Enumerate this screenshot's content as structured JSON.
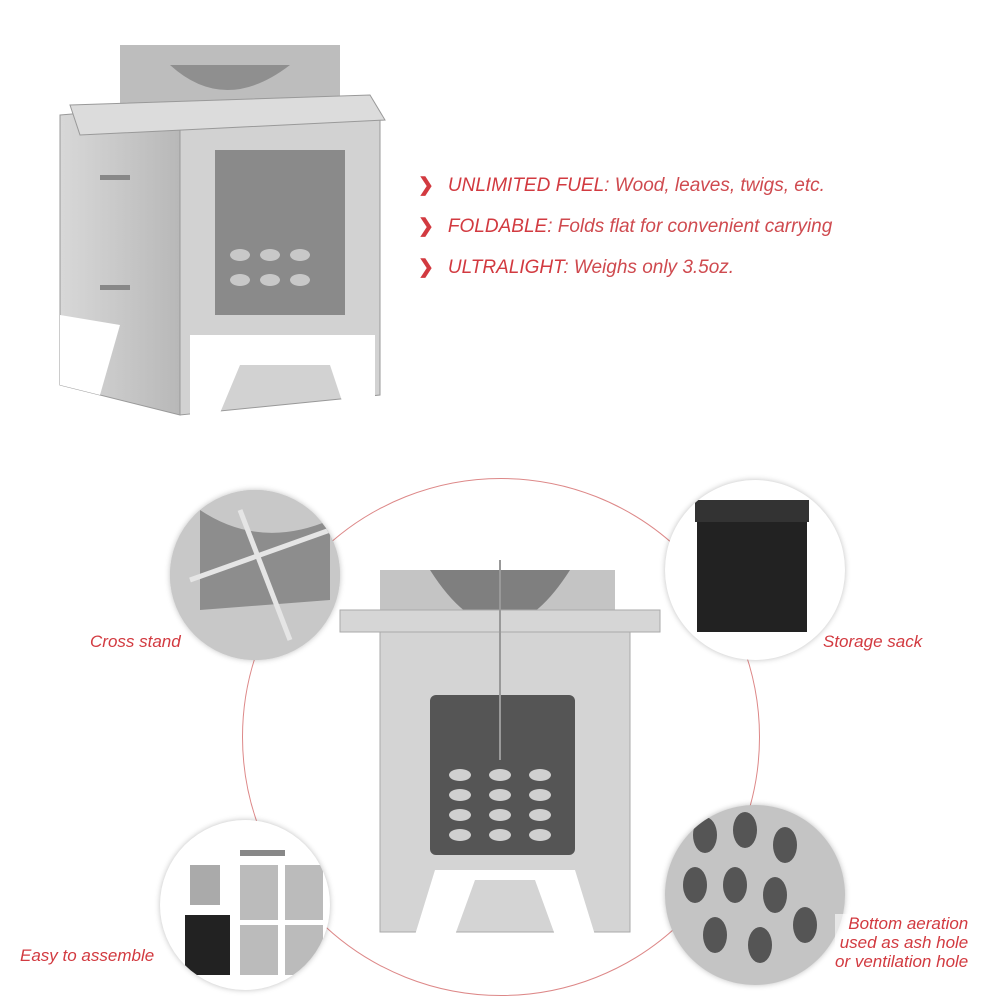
{
  "features": [
    {
      "title": "UNLIMITED FUEL",
      "description": ": Wood, leaves, twigs, etc.",
      "icon": "chevron-right-icon"
    },
    {
      "title": "FOLDABLE",
      "description": ": Folds flat for convenient carrying",
      "icon": "chevron-right-icon"
    },
    {
      "title": "ULTRALIGHT",
      "description": ": Weighs only 3.5oz.",
      "icon": "chevron-right-icon"
    }
  ],
  "details": {
    "cross_stand": "Cross stand",
    "storage_sack": "Storage sack",
    "easy_assemble": "Easy to assemble",
    "bottom_aeration": [
      "Bottom aeration",
      "used as ash hole",
      "or ventilation hole"
    ]
  },
  "colors": {
    "accent": "#d23a40",
    "steel": "#c9c9c9",
    "dark": "#2a2a2a"
  }
}
